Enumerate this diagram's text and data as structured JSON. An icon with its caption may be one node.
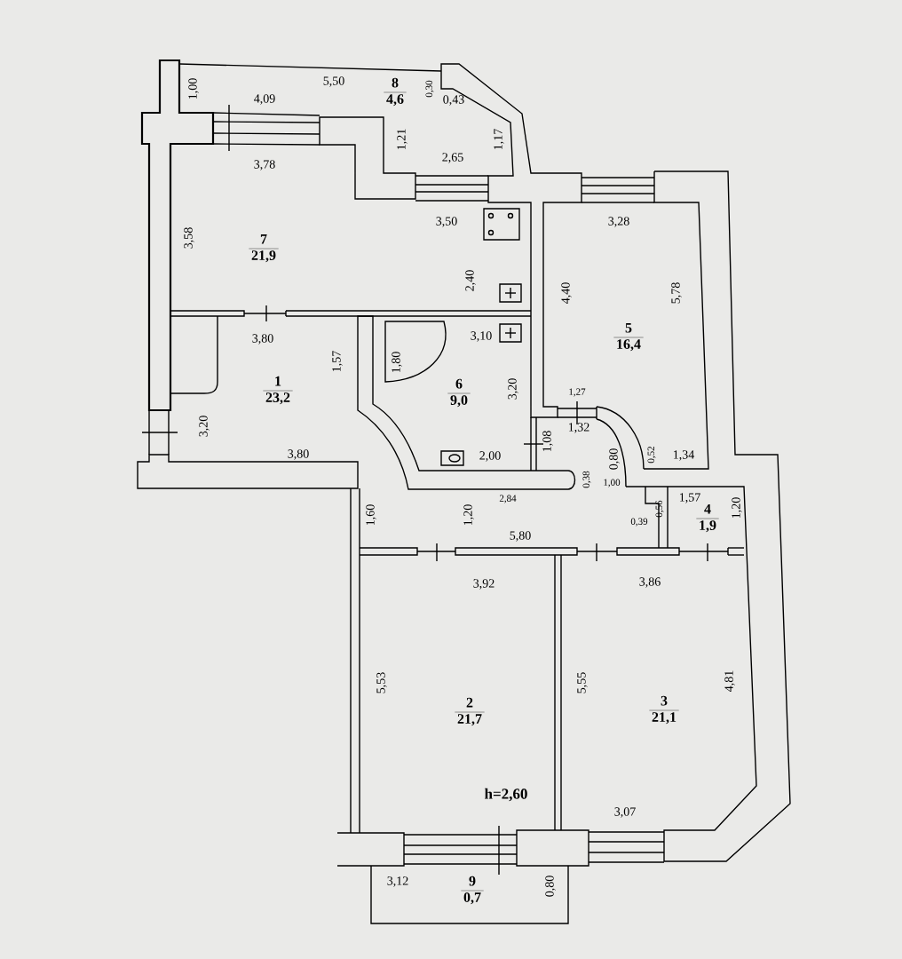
{
  "diagram": {
    "nodes": [
      {
        "text": [
          "8",
          "4,6"
        ]
      },
      {
        "text": [
          "7",
          "21,9"
        ]
      },
      {
        "text": [
          "5",
          "16,4"
        ]
      },
      {
        "text": [
          "1",
          "23,2"
        ]
      },
      {
        "text": [
          "6",
          "9,0"
        ]
      },
      {
        "text": [
          "4",
          "1,9"
        ]
      },
      {
        "text": [
          "2",
          "21,7"
        ]
      },
      {
        "text": [
          "3",
          "21,1"
        ]
      },
      {
        "text": [
          "9",
          "0,7"
        ]
      }
    ],
    "labels": [
      "1,00",
      "5,50",
      "4,09",
      "0,30",
      "0,43",
      "3,78",
      "1,21",
      "2,65",
      "1,17",
      "3,58",
      "3,50",
      "2,40",
      "3,28",
      "4,40",
      "5,78",
      "1,27",
      "1,32",
      "0,80",
      "0,52",
      "1,34",
      "3,80",
      "1,57",
      "3,20",
      "3,80",
      "3,10",
      "1,80",
      "3,20",
      "2,00",
      "1,08",
      "0,38",
      "2,84",
      "1,00",
      "1,60",
      "1,20",
      "0,56",
      "0,39",
      "5,80",
      "1,57",
      "1,20",
      "3,92",
      "3,86",
      "5,53",
      "5,55",
      "4,81",
      "h=2,60",
      "3,07",
      "3,12",
      "0,80"
    ]
  }
}
